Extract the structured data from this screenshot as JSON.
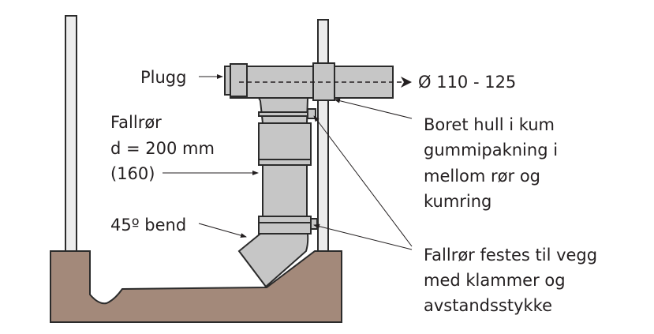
{
  "labels": {
    "plug": "Plugg",
    "diameter": "Ø 110 - 125",
    "downpipe": [
      "Fallrør",
      "d = 200 mm",
      "(160)"
    ],
    "bend": "45º bend",
    "drilled_hole": [
      "Boret hull i kum",
      "gummipakning i",
      "mellom rør og",
      "kumring"
    ],
    "fastening": [
      "Fallrør festes til vegg",
      "med klammer og",
      "avstandsstykke"
    ]
  },
  "colors": {
    "pipe": "#c6c6c6",
    "base": "#a3897a",
    "pole": "#ececec",
    "stroke": "#2b2b2b"
  }
}
